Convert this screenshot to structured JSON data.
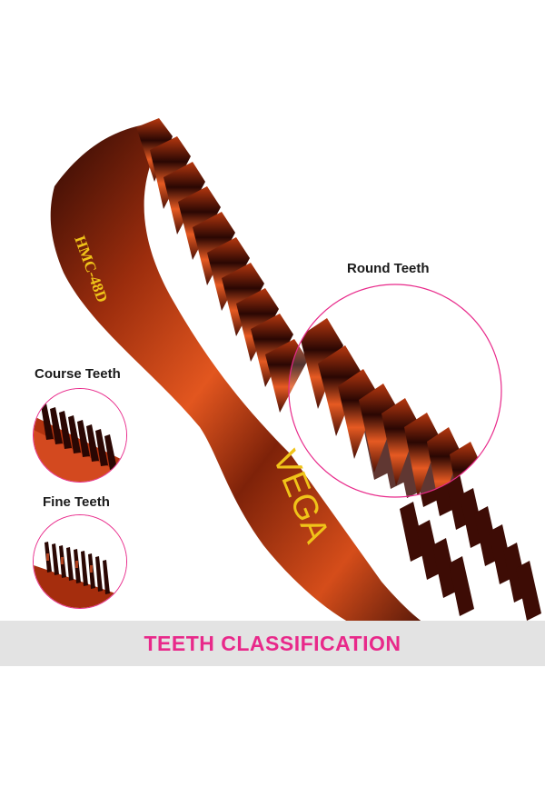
{
  "labels": {
    "round_teeth": "Round Teeth",
    "course_teeth": "Course Teeth",
    "fine_teeth": "Fine Teeth"
  },
  "comb": {
    "brand": "VEGA",
    "model": "HMC-48D"
  },
  "banner": {
    "title": "TEETH CLASSIFICATION"
  },
  "colors": {
    "accent": "#e8298a",
    "banner_bg": "#e3e3e3",
    "comb_dark": "#3a0c05",
    "comb_mid": "#a8310f",
    "comb_light": "#e8592a",
    "brand_text": "#f0c419"
  }
}
